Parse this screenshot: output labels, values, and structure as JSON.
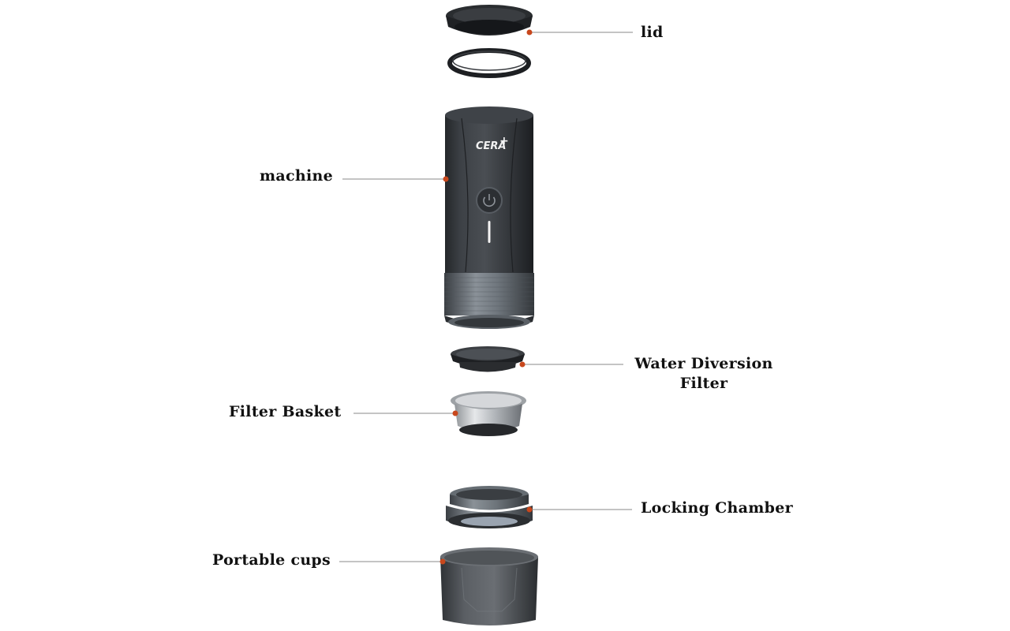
{
  "brand": "CERA",
  "brand_mark": "+",
  "colors": {
    "background": "#ffffff",
    "leader_line": "#8a8a8a",
    "marker_dot": "#c8471c",
    "label_text": "#111111",
    "body_dark": "#34373b",
    "metal_gray": "#7e858c",
    "steel": "#c9cccf",
    "cup_smoke": "#4f5256"
  },
  "components": [
    {
      "id": "lid",
      "label": "lid",
      "icon": "lid-icon"
    },
    {
      "id": "seal-ring",
      "label": "",
      "icon": "seal-ring-icon"
    },
    {
      "id": "machine",
      "label": "machine",
      "icon": "machine-body-icon"
    },
    {
      "id": "water-diversion-filter",
      "label_line1": "Water Diversion",
      "label_line2": "Filter",
      "icon": "water-filter-icon"
    },
    {
      "id": "filter-basket",
      "label": "Filter Basket",
      "icon": "filter-basket-icon"
    },
    {
      "id": "locking-chamber",
      "label": "Locking Chamber",
      "icon": "locking-chamber-icon"
    },
    {
      "id": "portable-cups",
      "label": "Portable cups",
      "icon": "cup-icon"
    }
  ],
  "labels": {
    "lid": "lid",
    "machine": "machine",
    "water_diversion_line1": "Water Diversion",
    "water_diversion_line2": "Filter",
    "filter_basket": "Filter Basket",
    "locking_chamber": "Locking Chamber",
    "portable_cups": "Portable cups"
  }
}
